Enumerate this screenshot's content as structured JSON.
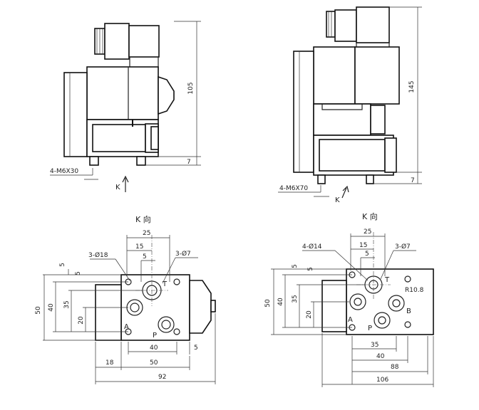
{
  "drawing_1": {
    "height_dim": "105",
    "base_dim": "7",
    "bolts": "4-M6X30",
    "view_arrow": "K"
  },
  "drawing_2": {
    "height_dim": "145",
    "base_dim": "7",
    "bolts": "4-M6X70",
    "view_arrow": "K"
  },
  "drawing_3": {
    "view_title": "K 向",
    "dim_25": "25",
    "dim_15": "15",
    "dim_5_inner": "5",
    "hole_1": "3-Ø18",
    "hole_2": "3-Ø7",
    "dim_5_left": "5",
    "dim_50": "50",
    "dim_40_v": "40",
    "dim_35": "35",
    "dim_20": "20",
    "dim_40_h": "40",
    "dim_5_right": "5",
    "dim_18": "18",
    "dim_50_h": "50",
    "dim_92": "92",
    "port_T": "T",
    "port_A": "A",
    "port_P": "P"
  },
  "drawing_4": {
    "view_title": "K 向",
    "dim_25": "25",
    "dim_15": "15",
    "dim_5_inner": "5",
    "hole_1": "4-Ø14",
    "hole_2": "3-Ø7",
    "dim_5_left": "5",
    "dim_50": "50",
    "dim_40_v": "40",
    "dim_35_v": "35",
    "dim_20": "20",
    "dim_35_h": "35",
    "dim_40_h": "40",
    "dim_88": "88",
    "dim_106": "106",
    "radius": "R10.8",
    "port_T": "T",
    "port_A": "A",
    "port_B": "B",
    "port_P": "P"
  }
}
